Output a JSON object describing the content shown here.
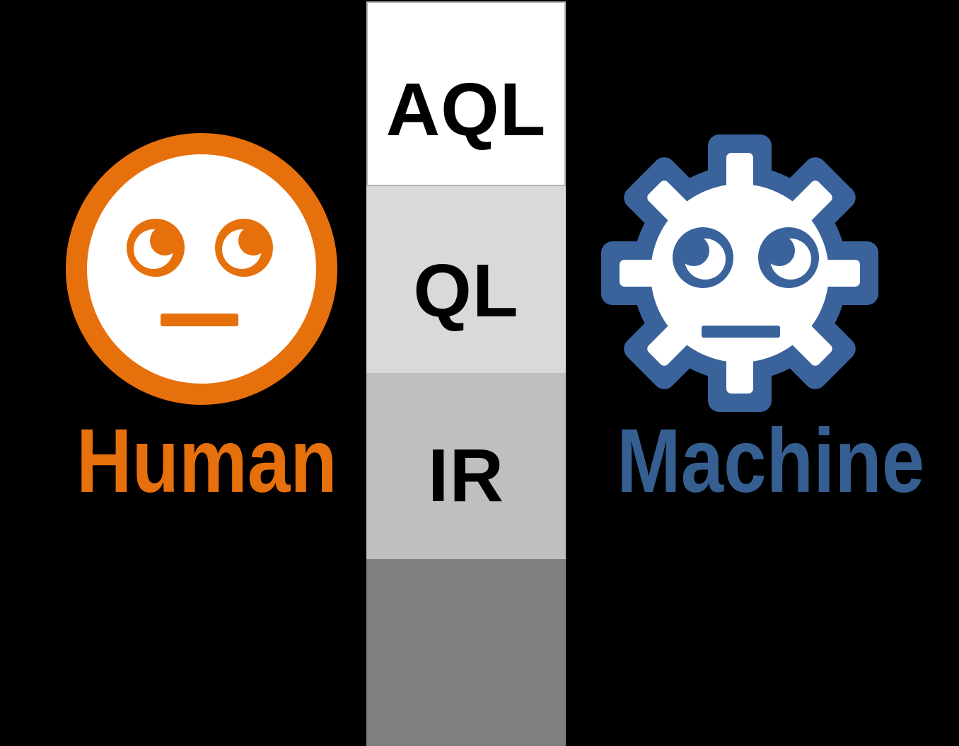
{
  "colors": {
    "background": "#000000",
    "white": "#FFFFFF",
    "label_text": "#000000",
    "human_accent": "#E6700C",
    "machine_accent": "#3A639C",
    "machine_text": "#365F91",
    "segment_aql_bg": "#FFFFFF",
    "segment_aql_border": "#B5B5B5",
    "segment_ql_bg": "#D9D9D9",
    "segment_ir_bg": "#BFBFBF",
    "segment_base_bg": "#7F7F7F"
  },
  "column": {
    "segments": [
      {
        "label": "AQL",
        "bg_style": "background:#FFFFFF;border-color:#B5B5B5"
      },
      {
        "label": "QL",
        "bg_style": "background:#D9D9D9"
      },
      {
        "label": "IR",
        "bg_style": "background:#BFBFBF"
      },
      {
        "label": "",
        "bg_style": "background:#7F7F7F"
      }
    ]
  },
  "human": {
    "label": "Human",
    "label_style": "color:#E6700C",
    "icon": "neutral-face-rolling-eyes-icon"
  },
  "machine": {
    "label": "Machine",
    "label_style": "color:#365F91",
    "icon": "gear-face-icon"
  }
}
